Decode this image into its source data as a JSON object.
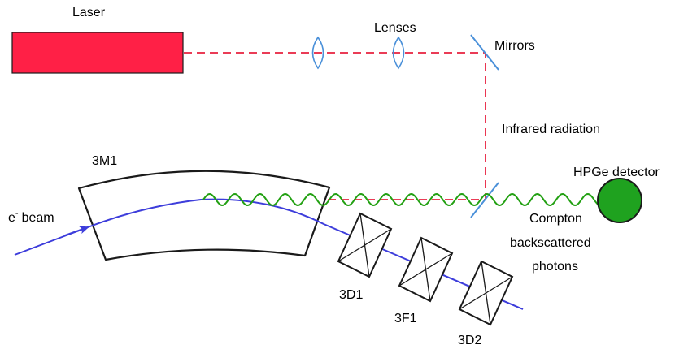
{
  "labels": {
    "laser": "Laser",
    "lenses": "Lenses",
    "mirrors": "Mirrors",
    "infrared": "Infrared radiation",
    "magnet": "3M1",
    "beam_e": "e",
    "beam_sup": "-",
    "beam_word": "beam",
    "detector": "HPGe detector",
    "compton_1": "Compton",
    "compton_2": "backscattered",
    "compton_3": "photons",
    "quad_1": "3D1",
    "quad_2": "3F1",
    "quad_3": "3D2"
  },
  "colors": {
    "laser_fill": "#ff2046",
    "laser_path": "#e8213f",
    "optics": "#4a90d9",
    "electron_beam": "#3d3ddb",
    "photons": "#22a012",
    "detector_fill": "#1fa21f",
    "outline": "#1a1a1a"
  }
}
